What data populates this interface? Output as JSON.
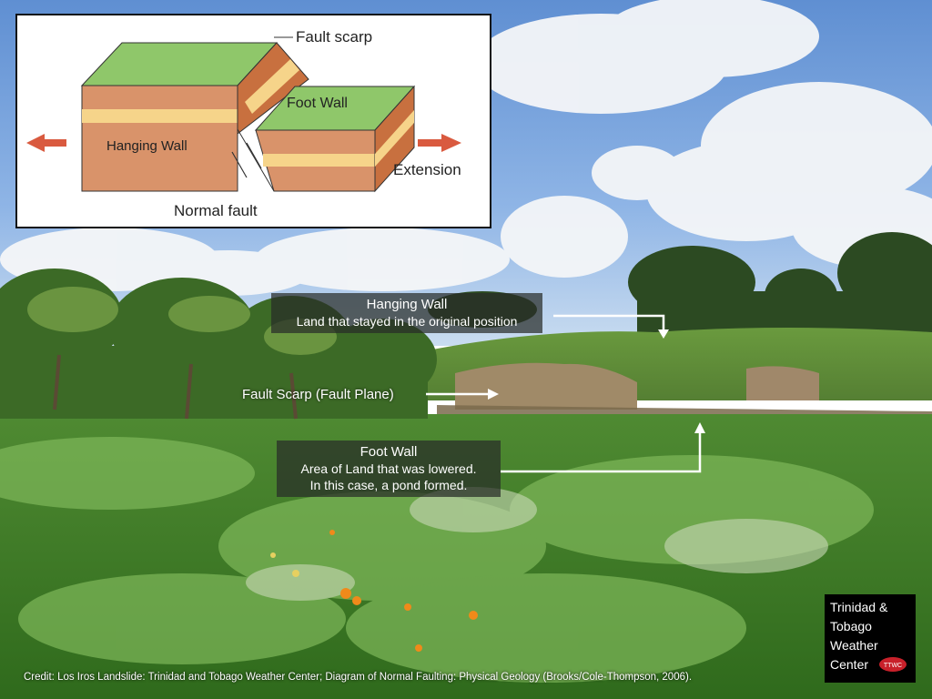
{
  "diagram": {
    "fault_scarp": "Fault scarp",
    "foot_wall": "Foot Wall",
    "hanging_wall": "Hanging Wall",
    "extension": "Extension",
    "caption": "Normal fault",
    "colors": {
      "green": "#8fc76a",
      "rock": "#d9936a",
      "band": "#f6d48a",
      "side": "#c8703f",
      "arrow": "#d95a3f"
    }
  },
  "photo_labels": {
    "hanging_wall": {
      "title": "Hanging Wall",
      "subtitle": "Land that stayed in the original position"
    },
    "fault_scarp": "Fault Scarp (Fault Plane)",
    "foot_wall": {
      "title": "Foot Wall",
      "line1": "Area of Land that was lowered.",
      "line2": "In this case, a pond formed."
    }
  },
  "credit": "Credit: Los Iros Landslide: Trinidad and Tobago Weather Center; Diagram of Normal Faulting: Physical Geology (Brooks/Cole-Thompson, 2006).",
  "logo": {
    "lines": [
      "Trinidad &",
      "Tobago",
      "Weather",
      "Center"
    ],
    "mark": "TTWC",
    "icon": "storm-cloud-logo-icon"
  }
}
